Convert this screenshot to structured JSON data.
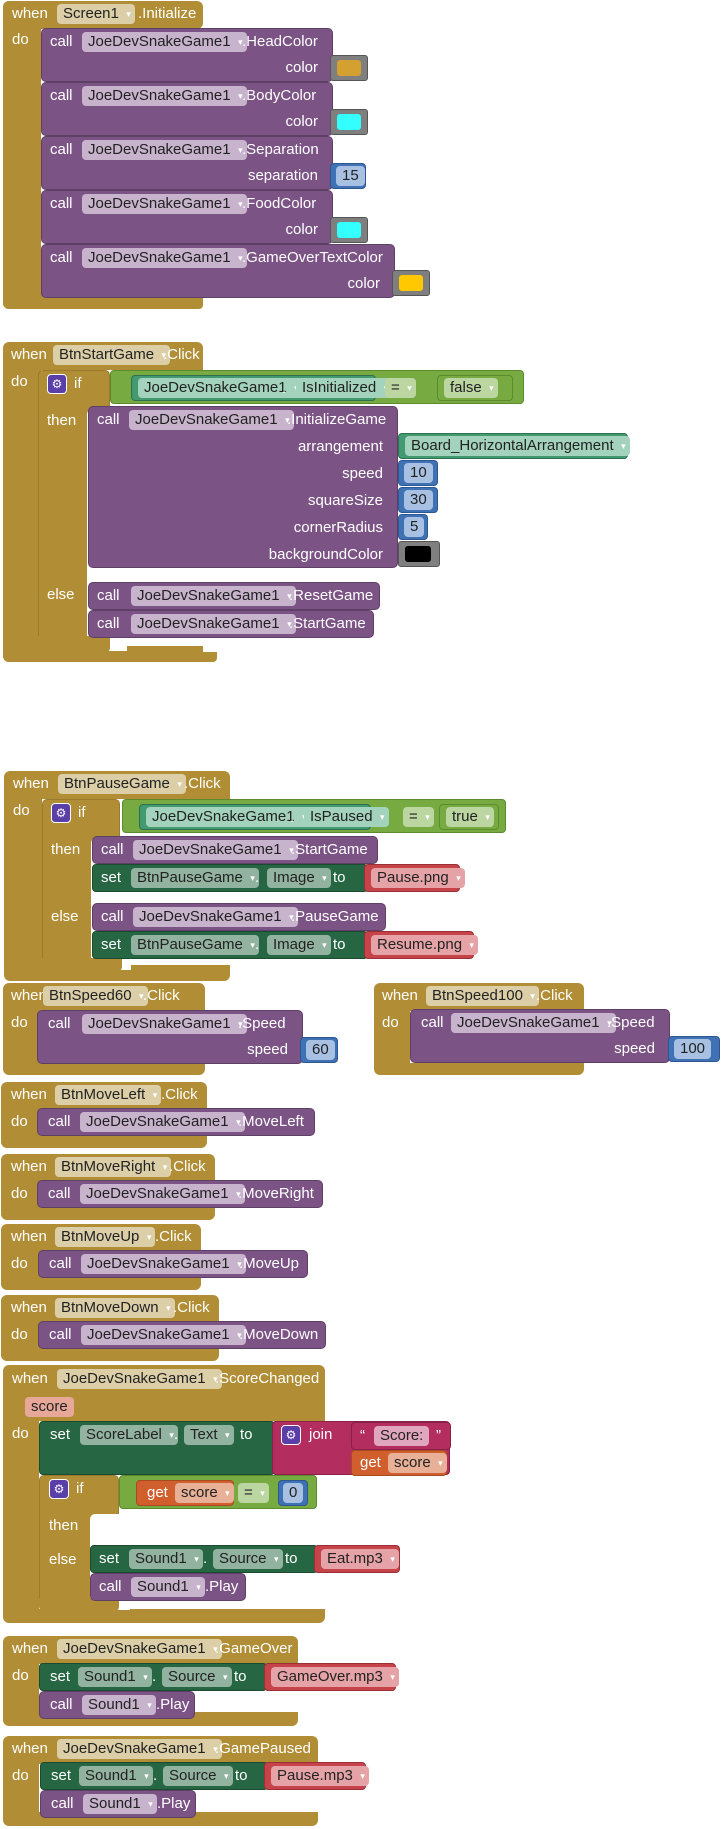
{
  "keywords": {
    "when": "when",
    "do": "do",
    "call": "call",
    "set": "set",
    "to": "to",
    "if": "if",
    "then": "then",
    "else": "else",
    "get": "get",
    "join": "join",
    "eq": "=",
    "dot": "."
  },
  "colors": {
    "event": "#b18e35",
    "procedure": "#7c5385",
    "setter": "#266643",
    "logic": "#77ab41",
    "getter": "#439970",
    "math": "#3f71b5",
    "text": "#c6434a",
    "join": "#b32d5e",
    "variable": "#d05f2d"
  },
  "blocks": {
    "screen_init": {
      "component": "Screen1",
      "event": ".Initialize",
      "calls": [
        {
          "component": "JoeDevSnakeGame1",
          "method": ".HeadColor",
          "arg": "color",
          "value_color": "#d4a030"
        },
        {
          "component": "JoeDevSnakeGame1",
          "method": ".BodyColor",
          "arg": "color",
          "value_color": "#33ffff"
        },
        {
          "component": "JoeDevSnakeGame1",
          "method": ".Separation",
          "arg": "separation",
          "value": "15"
        },
        {
          "component": "JoeDevSnakeGame1",
          "method": ".FoodColor",
          "arg": "color",
          "value_color": "#33ffff"
        },
        {
          "component": "JoeDevSnakeGame1",
          "method": ".GameOverTextColor",
          "arg": "color",
          "value_color": "#ffc800"
        }
      ]
    },
    "start_click": {
      "component": "BtnStartGame",
      "event": ".Click",
      "cond_component": "JoeDevSnakeGame1",
      "cond_prop": "IsInitialized",
      "cond_value": "false",
      "then_component": "JoeDevSnakeGame1",
      "then_method": ".InitializeGame",
      "args": [
        {
          "name": "arrangement",
          "value": "Board_HorizontalArrangement"
        },
        {
          "name": "speed",
          "value": "10"
        },
        {
          "name": "squareSize",
          "value": "30"
        },
        {
          "name": "cornerRadius",
          "value": "5"
        },
        {
          "name": "backgroundColor",
          "value_color": "#000000"
        }
      ],
      "else_calls": [
        {
          "component": "JoeDevSnakeGame1",
          "method": ".ResetGame"
        },
        {
          "component": "JoeDevSnakeGame1",
          "method": ".StartGame"
        }
      ]
    },
    "pause_click": {
      "component": "BtnPauseGame",
      "event": ".Click",
      "cond_component": "JoeDevSnakeGame1",
      "cond_prop": "IsPaused",
      "cond_value": "true",
      "then_call": {
        "component": "JoeDevSnakeGame1",
        "method": ".StartGame"
      },
      "then_set": {
        "component": "BtnPauseGame",
        "prop": "Image",
        "value": "Pause.png"
      },
      "else_call": {
        "component": "JoeDevSnakeGame1",
        "method": ".PauseGame"
      },
      "else_set": {
        "component": "BtnPauseGame",
        "prop": "Image",
        "value": "Resume.png"
      }
    },
    "speed60": {
      "component": "BtnSpeed60",
      "event": ".Click",
      "call_component": "JoeDevSnakeGame1",
      "method": ".Speed",
      "arg": "speed",
      "value": "60"
    },
    "speed100": {
      "component": "BtnSpeed100",
      "event": ".Click",
      "call_component": "JoeDevSnakeGame1",
      "method": ".Speed",
      "arg": "speed",
      "value": "100"
    },
    "move_left": {
      "component": "BtnMoveLeft",
      "event": ".Click",
      "call_component": "JoeDevSnakeGame1",
      "method": ".MoveLeft"
    },
    "move_right": {
      "component": "BtnMoveRight",
      "event": ".Click",
      "call_component": "JoeDevSnakeGame1",
      "method": ".MoveRight"
    },
    "move_up": {
      "component": "BtnMoveUp",
      "event": ".Click",
      "call_component": "JoeDevSnakeGame1",
      "method": ".MoveUp"
    },
    "move_down": {
      "component": "BtnMoveDown",
      "event": ".Click",
      "call_component": "JoeDevSnakeGame1",
      "method": ".MoveDown"
    },
    "score_changed": {
      "component": "JoeDevSnakeGame1",
      "event": ".ScoreChanged",
      "param": "score",
      "set_component": "ScoreLabel",
      "set_prop": "Text",
      "join_text": "Score: ",
      "get_var": "score",
      "if_var": "score",
      "if_value": "0",
      "else_set": {
        "component": "Sound1",
        "prop": "Source",
        "value": "Eat.mp3"
      },
      "else_call": {
        "component": "Sound1",
        "method": ".Play"
      }
    },
    "game_over": {
      "component": "JoeDevSnakeGame1",
      "event": ".GameOver",
      "set_component": "Sound1",
      "set_prop": "Source",
      "value": "GameOver.mp3",
      "call_component": "Sound1",
      "method": ".Play"
    },
    "game_paused": {
      "component": "JoeDevSnakeGame1",
      "event": ".GamePaused",
      "set_component": "Sound1",
      "set_prop": "Source",
      "value": "Pause.mp3",
      "call_component": "Sound1",
      "method": ".Play"
    }
  }
}
